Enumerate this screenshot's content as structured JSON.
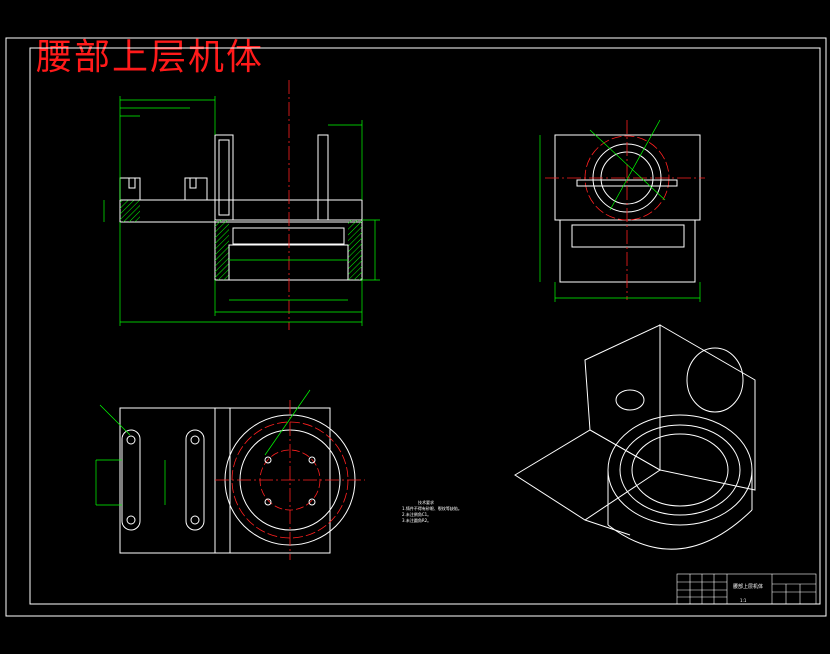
{
  "drawing": {
    "title": "腰部上层机体",
    "tech_notes": {
      "heading": "技术要求",
      "items": [
        "1.铸件不得有砂眼、裂纹等缺陷。",
        "2.未注倒角C1。",
        "3.未注圆角R2。"
      ]
    },
    "title_block": {
      "part_name": "腰部上层机体",
      "scale": "1:1"
    }
  },
  "colors": {
    "background": "#000000",
    "outline": "#ffffff",
    "dimension": "#00ff00",
    "center_line": "#ff2020",
    "title_red": "#ff1a1a"
  }
}
